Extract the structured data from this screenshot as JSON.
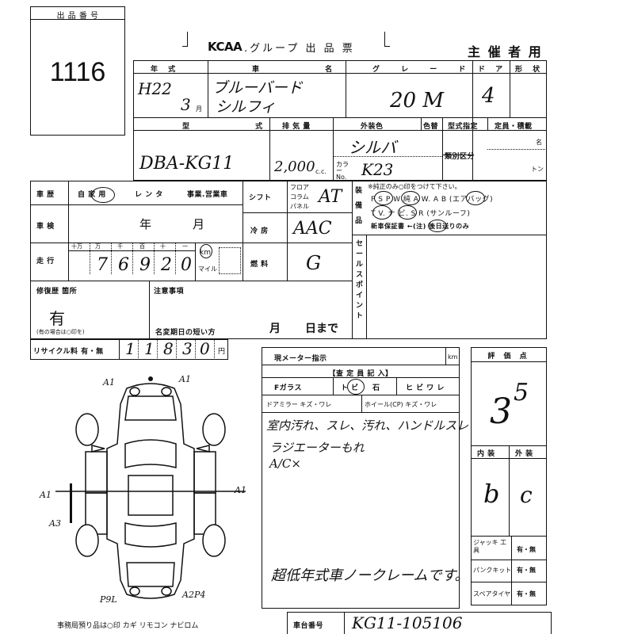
{
  "lot": {
    "label": "出 品 番 号",
    "value": "1116"
  },
  "header": {
    "brand": "KCAA",
    "title": ".グループ 出 品 票",
    "organizer": "主 催 者 用"
  },
  "row1": {
    "year_label": "年 式",
    "car_label": "車 名",
    "grade_label": "グ レ ー ド",
    "door_label": "ド ア",
    "shape_label": "形 状",
    "year_value": "H22",
    "month_value": "3",
    "month_unit": "月",
    "car_line1": "ブルーバード",
    "car_line2": "シルフィ",
    "grade_value": "20 M",
    "door_value": "4"
  },
  "row2": {
    "model_label": "型 式",
    "disp_label": "排 気 量",
    "color_label": "外装色",
    "color_change_label": "色替",
    "model_spec_label": "型式指定",
    "capacity_label": "定員・積載",
    "class_label": "類別区分",
    "person_unit": "名",
    "ton_unit": "トン",
    "model_value": "DBA-KG11",
    "disp_value": "2,000",
    "cc_unit": "c.c.",
    "color_value": "シルバ",
    "color_no_label": "カラー No.",
    "color_no_value": "K23"
  },
  "history": {
    "label": "車 歴",
    "own": "自 家 用",
    "rental": "レ ン タ",
    "business": "事業.営業車",
    "inspection_label": "車 検",
    "year_unit": "年",
    "month_unit": "月",
    "mileage_label": "走 行",
    "mileage_digits": [
      "7",
      "6",
      "9",
      "2",
      "0"
    ],
    "digit_headers": [
      "十万",
      "万",
      "千",
      "百",
      "十",
      "一"
    ],
    "km_label": "km",
    "mile_label": "マイル"
  },
  "shift": {
    "label": "シフト",
    "opt1": "フロア",
    "opt2": "コラム",
    "opt3": "パネル",
    "value": "AT"
  },
  "cooler": {
    "label": "冷 房",
    "value": "AAC"
  },
  "fuel": {
    "label": "燃 料",
    "value": "G"
  },
  "equipment": {
    "side_label": "装 備 品",
    "note": "※純正のみ○印をつけて下さい。",
    "line1": "P S  P W  純 A W.  A B (エアバッグ)",
    "line2": "T V.  ナ ビ.  S R (サンルーフ)",
    "line3": "新車保証書 ←(注) 後日送りのみ"
  },
  "sales_point": {
    "label": "セールスポイント"
  },
  "repair": {
    "label": "修復歴 箇所",
    "value": "有",
    "note": "(有の場合は○印を)"
  },
  "caution": {
    "label": "注意事項",
    "expiry_label": "名変期日の短い方",
    "month_unit": "月",
    "day_unit": "日まで"
  },
  "recycle": {
    "label": "リサイクル料 有・無",
    "digits": [
      "1",
      "1",
      "8",
      "3",
      "0"
    ],
    "yen": "円"
  },
  "meter": {
    "label": "現メーター指示",
    "unit": "km"
  },
  "inspector": {
    "label": "【査 定 員 記 入】",
    "glass": "Fガラス",
    "glass_opts": [
      "ト ビ",
      "石",
      "ヒ ビ ワ レ"
    ],
    "mirror": "ドアミラー キズ・ワレ",
    "wheel": "ホイール(CP) キズ・ワレ",
    "comment1": "室内汚れ、スレ、汚れ、ハンドルスレ",
    "comment2": "ラジエーターもれ",
    "comment3": "A/C×",
    "comment4": "超低年式車ノークレームです。"
  },
  "score": {
    "label": "評 価 点",
    "value": "3",
    "value_sup": "5",
    "interior_label": "内 装",
    "exterior_label": "外 装",
    "interior_value": "b",
    "exterior_value": "c"
  },
  "accessories": [
    {
      "label": "ジャッキ 工 具",
      "value": "有・無"
    },
    {
      "label": "パンクキット",
      "value": "有・無"
    },
    {
      "label": "スペアタイヤ",
      "value": "有・無"
    }
  ],
  "diagram": {
    "marks": [
      "A1",
      "A1",
      "A1",
      "A1",
      "A3",
      "P9L",
      "A2P4"
    ]
  },
  "footer": {
    "note": "事務局預り品は○印 カギ リモコン ナビロム",
    "chassis_label": "車台番号",
    "chassis_value": "KG11-105106"
  }
}
